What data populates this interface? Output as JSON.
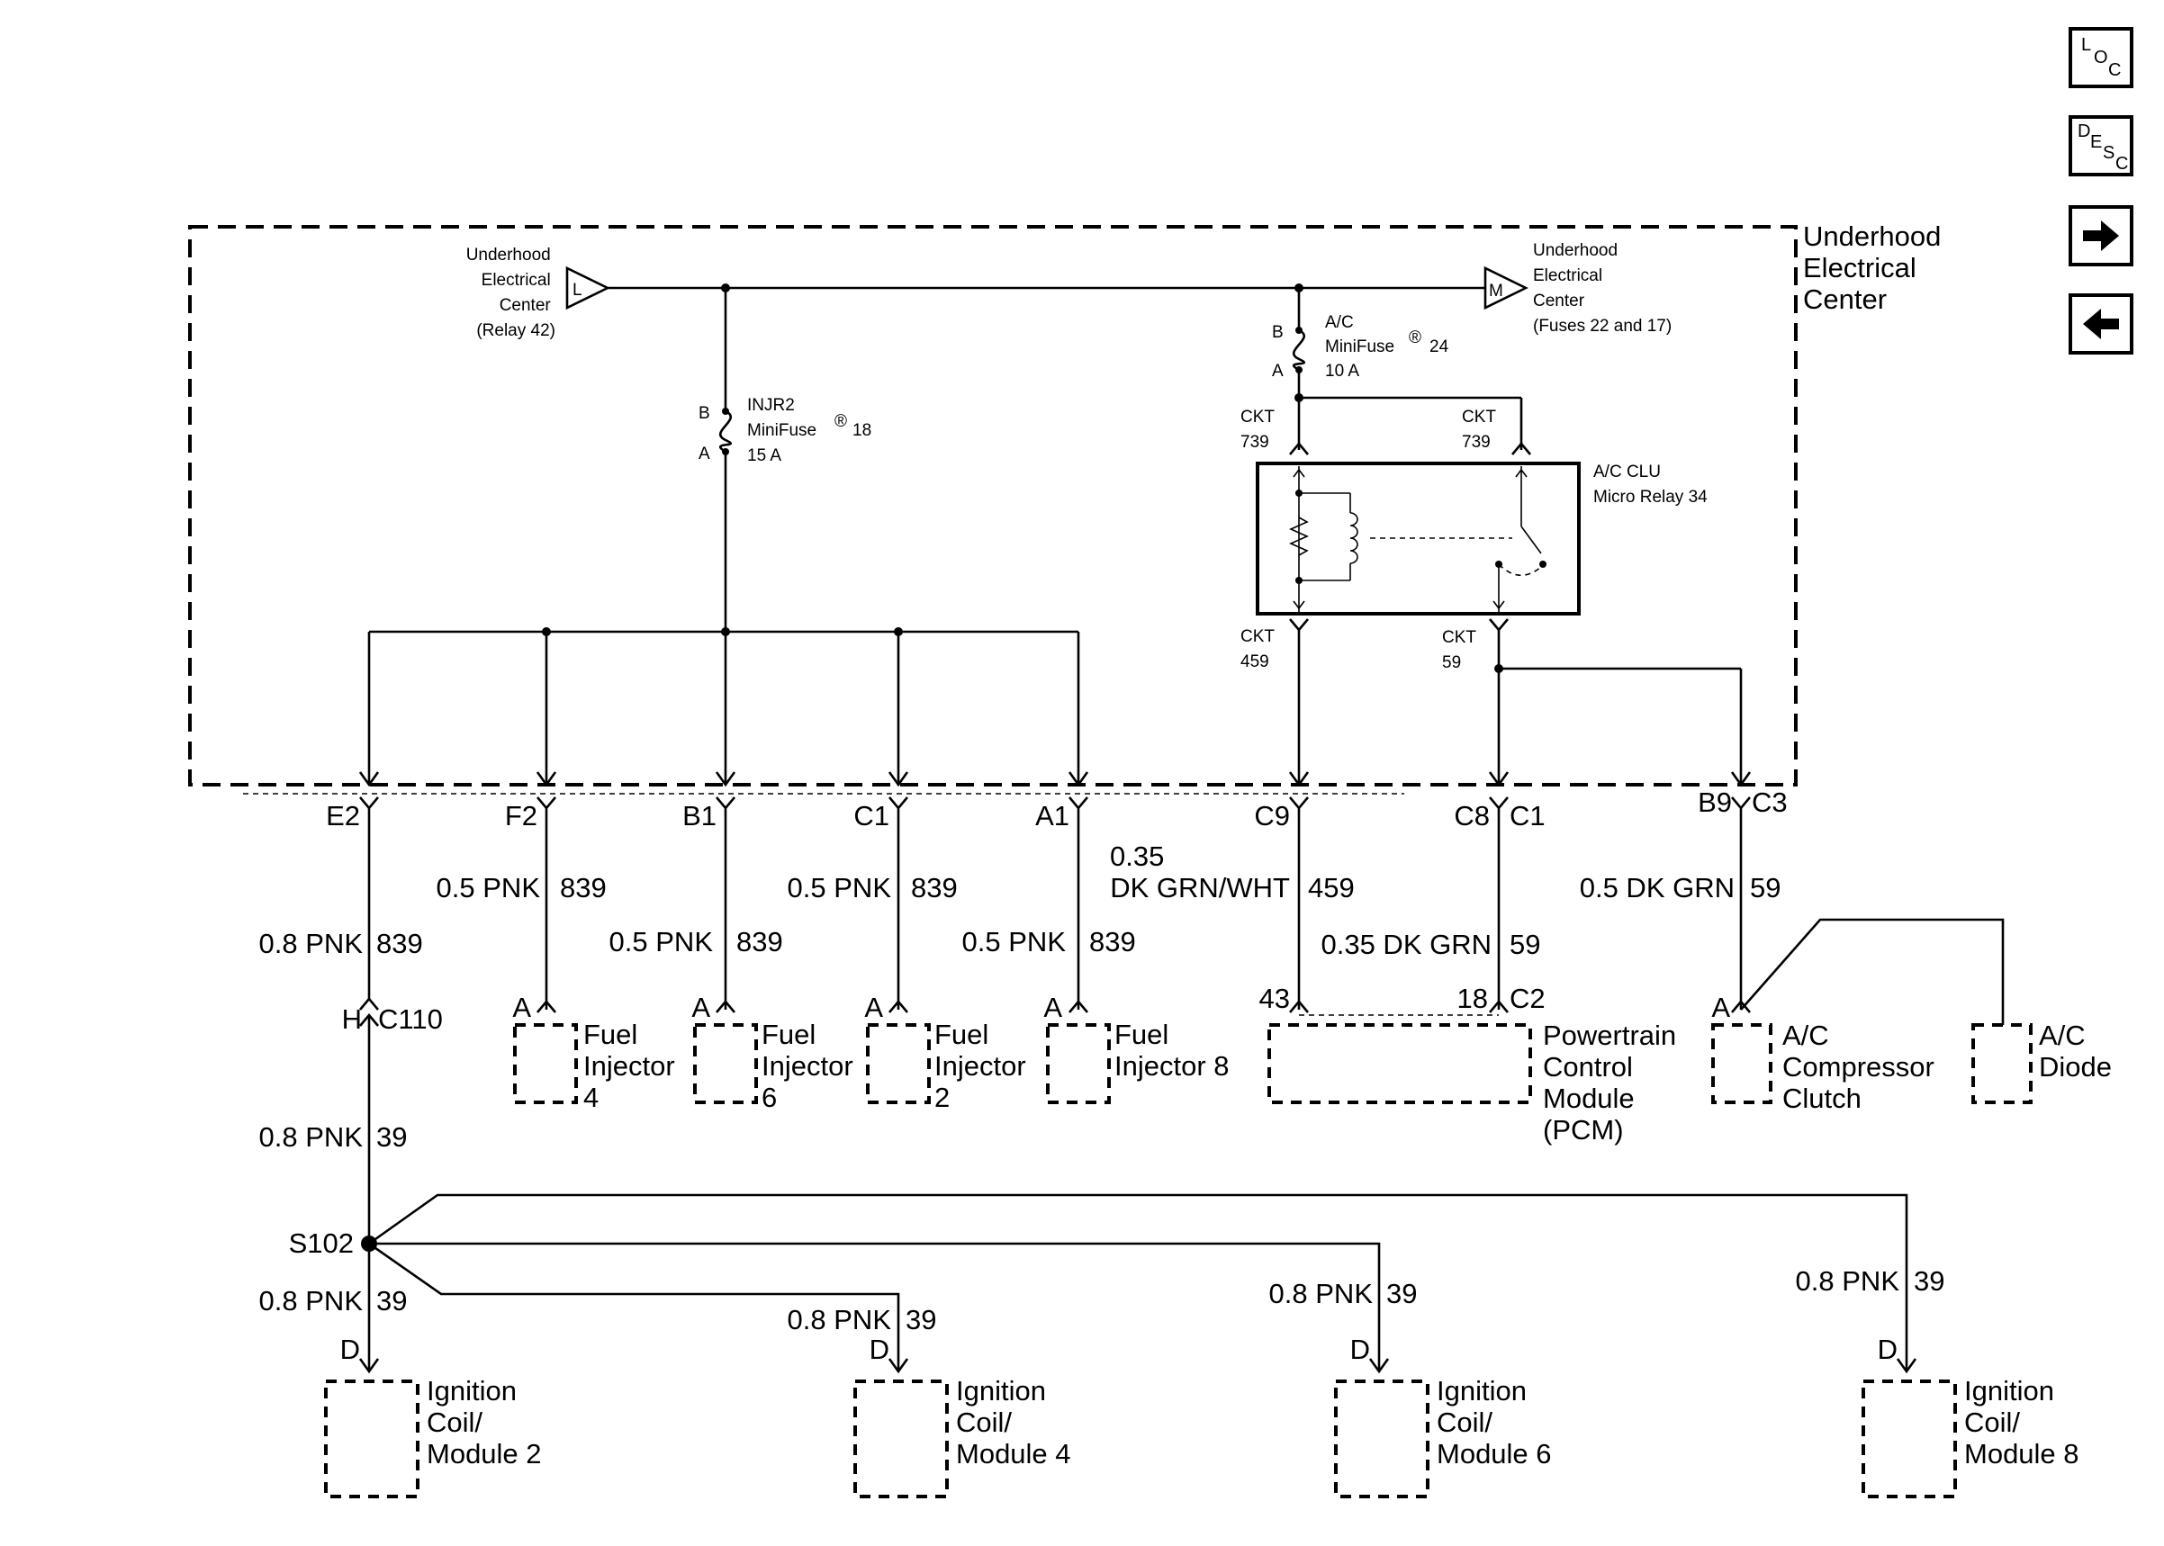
{
  "nav": {
    "loc": {
      "l1": "L",
      "l2": "O",
      "l3": "C"
    },
    "desc": {
      "l1": "D",
      "l2": "E",
      "l3": "S",
      "l4": "C"
    }
  },
  "labels": {
    "uec_title": [
      "Underhood",
      "Electrical",
      "Center"
    ],
    "uec_relay42": [
      "Underhood",
      "Electrical",
      "Center",
      "(Relay 42)"
    ],
    "uec_fuses": [
      "Underhood",
      "Electrical",
      "Center",
      "(Fuses 22 and 17)"
    ],
    "conn_L": "L",
    "conn_M": "M",
    "injr2_fuse": [
      "INJR2",
      "MiniFuse",
      "®",
      "18",
      "15 A"
    ],
    "injr2_pin_b": "B",
    "injr2_pin_a": "A",
    "ac_fuse": [
      "A/C",
      "MiniFuse",
      "®",
      "24",
      "10 A"
    ],
    "ac_pin_b": "B",
    "ac_pin_a": "A",
    "ckt739_left": [
      "CKT",
      "739"
    ],
    "ckt739_right": [
      "CKT",
      "739"
    ],
    "relay_name": [
      "A/C CLU",
      "Micro Relay 34"
    ],
    "ckt459": [
      "CKT",
      "459"
    ],
    "ckt59": [
      "CKT",
      "59"
    ]
  },
  "connectors": {
    "e2": "E2",
    "f2": "F2",
    "b1": "B1",
    "c1a": "C1",
    "a1": "A1",
    "c9": "C9",
    "c8": "C8",
    "c1b": "C1",
    "b9": "B9",
    "c3": "C3",
    "h": "H",
    "c110": "C110",
    "pin_a_inj4": "A",
    "pin_a_inj6": "A",
    "pin_a_inj2": "A",
    "pin_a_inj8": "A",
    "pin_43": "43",
    "pin_18": "18",
    "c2": "C2",
    "pin_a_clutch": "A",
    "s102": "S102",
    "pin_d_1": "D",
    "pin_d_2": "D",
    "pin_d_3": "D",
    "pin_d_4": "D"
  },
  "wires": {
    "e2": {
      "gauge": "0.8 PNK",
      "circuit": "839"
    },
    "f2": {
      "gauge": "0.5 PNK",
      "circuit": "839"
    },
    "b1": {
      "gauge": "0.5 PNK",
      "circuit": "839"
    },
    "c1": {
      "gauge": "0.5 PNK",
      "circuit": "839"
    },
    "a1": {
      "gauge": "0.5 PNK",
      "circuit": "839"
    },
    "c9": {
      "gauge_1": "0.35",
      "gauge_2": "DK GRN/WHT",
      "circuit": "459"
    },
    "c8": {
      "gauge": "0.35 DK GRN",
      "circuit": "59"
    },
    "b9": {
      "gauge": "0.5 DK GRN",
      "circuit": "59"
    },
    "h39": {
      "gauge": "0.8 PNK",
      "circuit": "39"
    },
    "coil2": {
      "gauge": "0.8 PNK",
      "circuit": "39"
    },
    "coil4": {
      "gauge": "0.8 PNK",
      "circuit": "39"
    },
    "coil6": {
      "gauge": "0.8 PNK",
      "circuit": "39"
    },
    "coil8": {
      "gauge": "0.8 PNK",
      "circuit": "39"
    }
  },
  "components": {
    "inj4": [
      "Fuel",
      "Injector",
      "4"
    ],
    "inj6": [
      "Fuel",
      "Injector",
      "6"
    ],
    "inj2": [
      "Fuel",
      "Injector",
      "2"
    ],
    "inj8": [
      "Fuel",
      "Injector 8"
    ],
    "pcm": [
      "Powertrain",
      "Control",
      "Module",
      "(PCM)"
    ],
    "clutch": [
      "A/C",
      "Compressor",
      "Clutch"
    ],
    "diode": [
      "A/C",
      "Diode"
    ],
    "coil2": [
      "Ignition",
      "Coil/",
      "Module 2"
    ],
    "coil4": [
      "Ignition",
      "Coil/",
      "Module 4"
    ],
    "coil6": [
      "Ignition",
      "Coil/",
      "Module 6"
    ],
    "coil8": [
      "Ignition",
      "Coil/",
      "Module 8"
    ]
  }
}
